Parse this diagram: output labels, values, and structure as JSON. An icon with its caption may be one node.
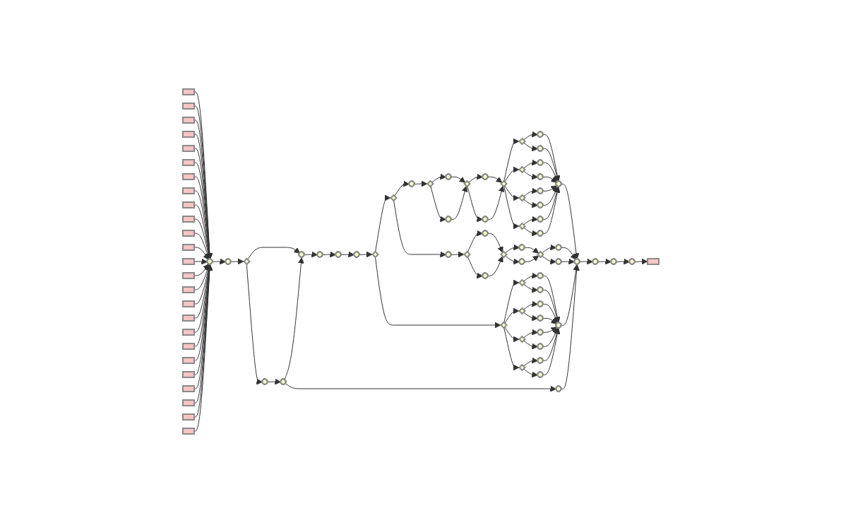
{
  "diagram": {
    "nodes": [
      {
        "text": [],
        "shape": "box"
      },
      {
        "text": [],
        "shape": "box"
      },
      {
        "text": [],
        "shape": "box"
      },
      {
        "text": [],
        "shape": "box"
      },
      {
        "text": [],
        "shape": "box"
      },
      {
        "text": [],
        "shape": "box"
      },
      {
        "text": [],
        "shape": "box"
      },
      {
        "text": [],
        "shape": "box"
      },
      {
        "text": [],
        "shape": "box"
      },
      {
        "text": [],
        "shape": "box"
      },
      {
        "text": [],
        "shape": "box"
      },
      {
        "text": [],
        "shape": "box"
      },
      {
        "text": [],
        "shape": "box"
      },
      {
        "text": [],
        "shape": "box"
      },
      {
        "text": [],
        "shape": "box"
      },
      {
        "text": [],
        "shape": "box"
      },
      {
        "text": [],
        "shape": "box"
      },
      {
        "text": [],
        "shape": "box"
      },
      {
        "text": [],
        "shape": "box"
      },
      {
        "text": [],
        "shape": "box"
      },
      {
        "text": [],
        "shape": "box"
      },
      {
        "text": [],
        "shape": "box"
      },
      {
        "text": [],
        "shape": "box"
      },
      {
        "text": [],
        "shape": "box"
      },
      {
        "text": [],
        "shape": "box"
      },
      {
        "text": [],
        "shape": "box"
      },
      {
        "text": [],
        "shape": "box"
      },
      {
        "text": [],
        "shape": "diamond"
      },
      {
        "text": [],
        "shape": "box"
      },
      {
        "text": [],
        "shape": "box"
      },
      {
        "text": [],
        "shape": "box"
      },
      {
        "text": [],
        "shape": "box"
      },
      {
        "text": [],
        "shape": "diamond"
      },
      {
        "text": [],
        "shape": "diamond"
      },
      {
        "text": [],
        "shape": "box"
      },
      {
        "text": [],
        "shape": "diamond"
      },
      {
        "text": [],
        "shape": "box"
      },
      {
        "text": [],
        "shape": "box"
      },
      {
        "text": [],
        "shape": "diamond"
      },
      {
        "text": [],
        "shape": "box"
      },
      {
        "text": [],
        "shape": "box"
      },
      {
        "text": [],
        "shape": "diamond"
      },
      {
        "text": [],
        "shape": "diamond"
      },
      {
        "text": [],
        "shape": "diamond"
      },
      {
        "text": [],
        "shape": "diamond"
      },
      {
        "text": [],
        "shape": "diamond"
      },
      {
        "text": [],
        "shape": "box"
      },
      {
        "text": [],
        "shape": "box"
      },
      {
        "text": [],
        "shape": "box"
      },
      {
        "text": [],
        "shape": "box"
      },
      {
        "text": [],
        "shape": "box"
      },
      {
        "text": [],
        "shape": "box"
      },
      {
        "text": [],
        "shape": "box"
      },
      {
        "text": [],
        "shape": "box"
      },
      {
        "text": [],
        "shape": "box"
      },
      {
        "text": [],
        "shape": "box"
      },
      {
        "text": [],
        "shape": "box"
      },
      {
        "text": [],
        "shape": "box"
      },
      {
        "text": [],
        "shape": "box"
      },
      {
        "text": [],
        "shape": "diamond"
      },
      {
        "text": [],
        "shape": "box"
      },
      {
        "text": [],
        "shape": "box"
      },
      {
        "text": [],
        "shape": "diamond"
      },
      {
        "text": [],
        "shape": "box"
      },
      {
        "text": [],
        "shape": "box"
      },
      {
        "text": [],
        "shape": "diamond"
      },
      {
        "text": [],
        "shape": "box"
      },
      {
        "text": [],
        "shape": "box"
      },
      {
        "text": [],
        "shape": "diamond"
      },
      {
        "text": [],
        "shape": "diamond"
      },
      {
        "text": [],
        "shape": "diamond"
      },
      {
        "text": [],
        "shape": "diamond"
      },
      {
        "text": [],
        "shape": "diamond"
      },
      {
        "text": [],
        "shape": "box"
      },
      {
        "text": [],
        "shape": "box"
      },
      {
        "text": [],
        "shape": "box"
      },
      {
        "text": [],
        "shape": "box"
      },
      {
        "text": [],
        "shape": "box"
      },
      {
        "text": [],
        "shape": "box"
      },
      {
        "text": [],
        "shape": "box"
      },
      {
        "text": [],
        "shape": "box"
      },
      {
        "text": [],
        "shape": "box"
      },
      {
        "text": [],
        "shape": "box"
      },
      {
        "text": [],
        "shape": "box"
      },
      {
        "text": [],
        "shape": "box"
      },
      {
        "text": [],
        "shape": "box"
      },
      {
        "text": [],
        "shape": "box"
      }
    ],
    "edges": [
      {
        "from": 0,
        "to": 25,
        "arrow": "to"
      },
      {
        "from": 1,
        "to": 25,
        "arrow": "to"
      },
      {
        "from": 2,
        "to": 25,
        "arrow": "to"
      },
      {
        "from": 3,
        "to": 25,
        "arrow": "to"
      },
      {
        "from": 4,
        "to": 25,
        "arrow": "to"
      },
      {
        "from": 5,
        "to": 25,
        "arrow": "to"
      },
      {
        "from": 6,
        "to": 25,
        "arrow": "to"
      },
      {
        "from": 7,
        "to": 25,
        "arrow": "to"
      },
      {
        "from": 8,
        "to": 25,
        "arrow": "to"
      },
      {
        "from": 9,
        "to": 25,
        "arrow": "to"
      },
      {
        "from": 10,
        "to": 25,
        "arrow": "to"
      },
      {
        "from": 11,
        "to": 25,
        "arrow": "to"
      },
      {
        "from": 12,
        "to": 25,
        "arrow": "to"
      },
      {
        "from": 13,
        "to": 25,
        "arrow": "to"
      },
      {
        "from": 14,
        "to": 25,
        "arrow": "to"
      },
      {
        "from": 15,
        "to": 25,
        "arrow": "to"
      },
      {
        "from": 16,
        "to": 25,
        "arrow": "to"
      },
      {
        "from": 17,
        "to": 25,
        "arrow": "to"
      },
      {
        "from": 18,
        "to": 25,
        "arrow": "to"
      },
      {
        "from": 19,
        "to": 25,
        "arrow": "to"
      },
      {
        "from": 20,
        "to": 25,
        "arrow": "to"
      },
      {
        "from": 21,
        "to": 25,
        "arrow": "to"
      },
      {
        "from": 22,
        "to": 25,
        "arrow": "to"
      },
      {
        "from": 23,
        "to": 25,
        "arrow": "to"
      },
      {
        "from": 24,
        "to": 25,
        "arrow": "to"
      },
      {
        "from": 25,
        "to": 26,
        "arrow": "to"
      },
      {
        "from": 26,
        "to": 27,
        "arrow": "to"
      },
      {
        "from": 27,
        "to": 28,
        "arrow": "to"
      },
      {
        "from": 27,
        "to": 55,
        "arrow": "to"
      },
      {
        "from": 55,
        "to": 56,
        "arrow": "to"
      },
      {
        "from": 56,
        "to": 28,
        "arrow": "to"
      },
      {
        "from": 56,
        "to": 57,
        "arrow": "to"
      },
      {
        "from": 28,
        "to": 29,
        "arrow": "to"
      },
      {
        "from": 29,
        "to": 30,
        "arrow": "to"
      },
      {
        "from": 30,
        "to": 31,
        "arrow": "to"
      },
      {
        "from": 31,
        "to": 32,
        "arrow": "to"
      },
      {
        "from": 32,
        "to": 33,
        "arrow": "to"
      },
      {
        "from": 32,
        "to": 68,
        "arrow": "to"
      },
      {
        "from": 33,
        "to": 34,
        "arrow": "to"
      },
      {
        "from": 33,
        "to": 58,
        "arrow": "to"
      },
      {
        "from": 34,
        "to": 35,
        "arrow": "to"
      },
      {
        "from": 35,
        "to": 36,
        "arrow": "to"
      },
      {
        "from": 35,
        "to": 37,
        "arrow": "to"
      },
      {
        "from": 36,
        "to": 38,
        "arrow": "to"
      },
      {
        "from": 37,
        "to": 38,
        "arrow": "to"
      },
      {
        "from": 38,
        "to": 39,
        "arrow": "to"
      },
      {
        "from": 38,
        "to": 40,
        "arrow": "to"
      },
      {
        "from": 39,
        "to": 41,
        "arrow": "to"
      },
      {
        "from": 40,
        "to": 41,
        "arrow": "to"
      },
      {
        "from": 41,
        "to": 42,
        "arrow": "to"
      },
      {
        "from": 41,
        "to": 43,
        "arrow": "to"
      },
      {
        "from": 41,
        "to": 44,
        "arrow": "to"
      },
      {
        "from": 41,
        "to": 45,
        "arrow": "to"
      },
      {
        "from": 42,
        "to": 46,
        "arrow": "to"
      },
      {
        "from": 42,
        "to": 47,
        "arrow": "to"
      },
      {
        "from": 43,
        "to": 48,
        "arrow": "to"
      },
      {
        "from": 43,
        "to": 49,
        "arrow": "to"
      },
      {
        "from": 44,
        "to": 50,
        "arrow": "to"
      },
      {
        "from": 44,
        "to": 51,
        "arrow": "to"
      },
      {
        "from": 45,
        "to": 52,
        "arrow": "to"
      },
      {
        "from": 45,
        "to": 53,
        "arrow": "to"
      },
      {
        "from": 46,
        "to": 54,
        "arrow": "to"
      },
      {
        "from": 47,
        "to": 54,
        "arrow": "to"
      },
      {
        "from": 48,
        "to": 54,
        "arrow": "to"
      },
      {
        "from": 49,
        "to": 54,
        "arrow": "to"
      },
      {
        "from": 50,
        "to": 54,
        "arrow": "to"
      },
      {
        "from": 51,
        "to": 54,
        "arrow": "to"
      },
      {
        "from": 52,
        "to": 54,
        "arrow": "to"
      },
      {
        "from": 53,
        "to": 54,
        "arrow": "to"
      },
      {
        "from": 54,
        "to": 82,
        "arrow": "to"
      },
      {
        "from": 58,
        "to": 59,
        "arrow": "to"
      },
      {
        "from": 59,
        "to": 60,
        "arrow": "to"
      },
      {
        "from": 59,
        "to": 61,
        "arrow": "to"
      },
      {
        "from": 60,
        "to": 62,
        "arrow": "to"
      },
      {
        "from": 61,
        "to": 62,
        "arrow": "to"
      },
      {
        "from": 62,
        "to": 63,
        "arrow": "to"
      },
      {
        "from": 62,
        "to": 64,
        "arrow": "to"
      },
      {
        "from": 63,
        "to": 65,
        "arrow": "to"
      },
      {
        "from": 64,
        "to": 65,
        "arrow": "to"
      },
      {
        "from": 65,
        "to": 66,
        "arrow": "to"
      },
      {
        "from": 65,
        "to": 67,
        "arrow": "to"
      },
      {
        "from": 66,
        "to": 82,
        "arrow": "to"
      },
      {
        "from": 67,
        "to": 82,
        "arrow": "to"
      },
      {
        "from": 57,
        "to": 82,
        "arrow": "to"
      },
      {
        "from": 68,
        "to": 69,
        "arrow": "to"
      },
      {
        "from": 68,
        "to": 70,
        "arrow": "to"
      },
      {
        "from": 68,
        "to": 71,
        "arrow": "to"
      },
      {
        "from": 68,
        "to": 72,
        "arrow": "to"
      },
      {
        "from": 69,
        "to": 73,
        "arrow": "to"
      },
      {
        "from": 69,
        "to": 74,
        "arrow": "to"
      },
      {
        "from": 70,
        "to": 75,
        "arrow": "to"
      },
      {
        "from": 70,
        "to": 76,
        "arrow": "to"
      },
      {
        "from": 71,
        "to": 77,
        "arrow": "to"
      },
      {
        "from": 71,
        "to": 78,
        "arrow": "to"
      },
      {
        "from": 72,
        "to": 79,
        "arrow": "to"
      },
      {
        "from": 72,
        "to": 80,
        "arrow": "to"
      },
      {
        "from": 73,
        "to": 81,
        "arrow": "to"
      },
      {
        "from": 74,
        "to": 81,
        "arrow": "to"
      },
      {
        "from": 75,
        "to": 81,
        "arrow": "to"
      },
      {
        "from": 76,
        "to": 81,
        "arrow": "to"
      },
      {
        "from": 77,
        "to": 81,
        "arrow": "to"
      },
      {
        "from": 78,
        "to": 81,
        "arrow": "to"
      },
      {
        "from": 79,
        "to": 81,
        "arrow": "to"
      },
      {
        "from": 80,
        "to": 81,
        "arrow": "to"
      },
      {
        "from": 81,
        "to": 82,
        "arrow": "to"
      },
      {
        "from": 82,
        "to": 83,
        "arrow": "to"
      },
      {
        "from": 83,
        "to": 84,
        "arrow": "to"
      },
      {
        "from": 84,
        "to": 85,
        "arrow": "to"
      },
      {
        "from": 85,
        "to": 86,
        "arrow": "to"
      }
    ]
  }
}
